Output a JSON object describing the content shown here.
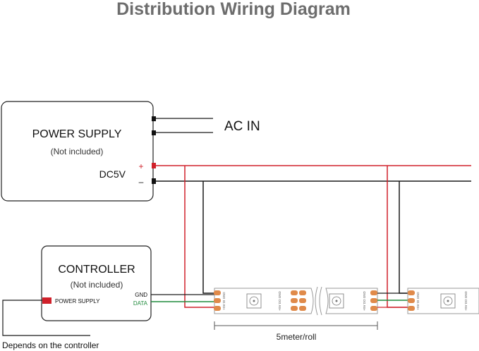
{
  "title": "Distribution Wiring Diagram",
  "power_supply": {
    "name": "POWER SUPPLY",
    "note": "(Not included)",
    "voltage": "DC5V",
    "plus": "+",
    "minus": "–"
  },
  "ac_in": "AC IN",
  "controller": {
    "name": "CONTROLLER",
    "note": "(Not included)",
    "gnd": "GND",
    "data": "DATA",
    "power_label": "POWER SUPPLY"
  },
  "depends_note": "Depends on the controller",
  "strip": {
    "pad_label_a": "+5V DI GND",
    "pad_label_b": "+5V DO GND",
    "length_label": "5meter/roll"
  },
  "colors": {
    "title": "#6d6d6d",
    "outline": "#222222",
    "red_wire": "#d0202a",
    "black_wire": "#1a1a1a",
    "green_wire": "#1f8a3c",
    "pad": "#e08a4a",
    "strip_outline": "#999999"
  }
}
